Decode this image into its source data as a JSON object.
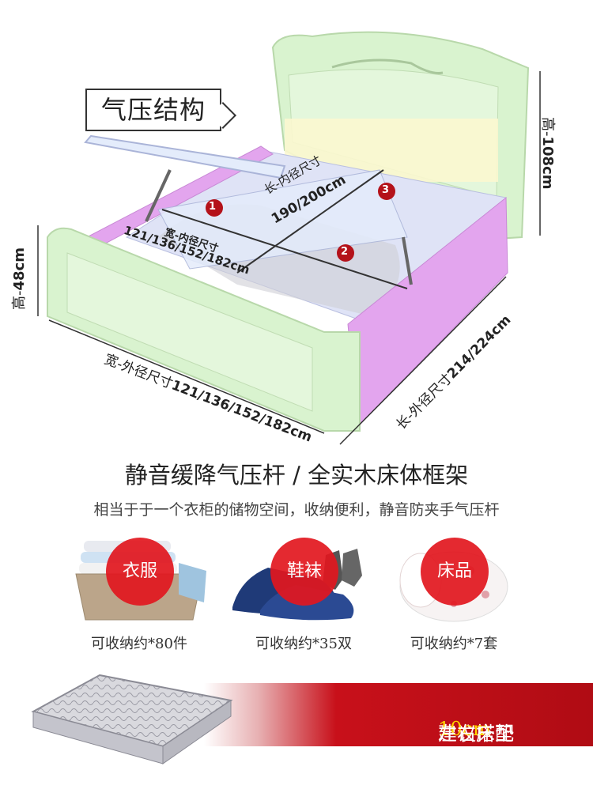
{
  "callout": {
    "title": "气压结构"
  },
  "markers": [
    "1",
    "2",
    "3"
  ],
  "dimensions": {
    "inner_width_prefix": "宽-内径尺寸",
    "inner_width_value": "121/136/152/182cm",
    "inner_length_prefix": "长-内径尺寸",
    "inner_length_value": "190/200cm",
    "outer_width_prefix": "宽-外径尺寸",
    "outer_width_value": "121/136/152/182cm",
    "outer_length_prefix": "长-外径尺寸",
    "outer_length_value": "214/224cm",
    "head_height_prefix": "高-",
    "head_height_value": "108cm",
    "foot_height_prefix": "高-",
    "foot_height_value": "48cm"
  },
  "headline": "静音缓降气压杆 / 全实木床体框架",
  "subline": "相当于于一个衣柜的储物空间，收纳便利，静音防夹手气压杆",
  "items": [
    {
      "badge": "衣服",
      "caption": "可收纳约*80件"
    },
    {
      "badge": "鞋袜",
      "caption": "可收纳约*35双"
    },
    {
      "badge": "床品",
      "caption": "可收纳约*7套"
    }
  ],
  "banner": {
    "before": "建议搭配",
    "highlight": "10cm",
    "after": "左右床垫"
  },
  "colors": {
    "accent_red": "#e2171f",
    "bed_green": "#d9f3cf",
    "side_purple": "#e3a5ee",
    "highlight_yellow": "#ffd400"
  }
}
